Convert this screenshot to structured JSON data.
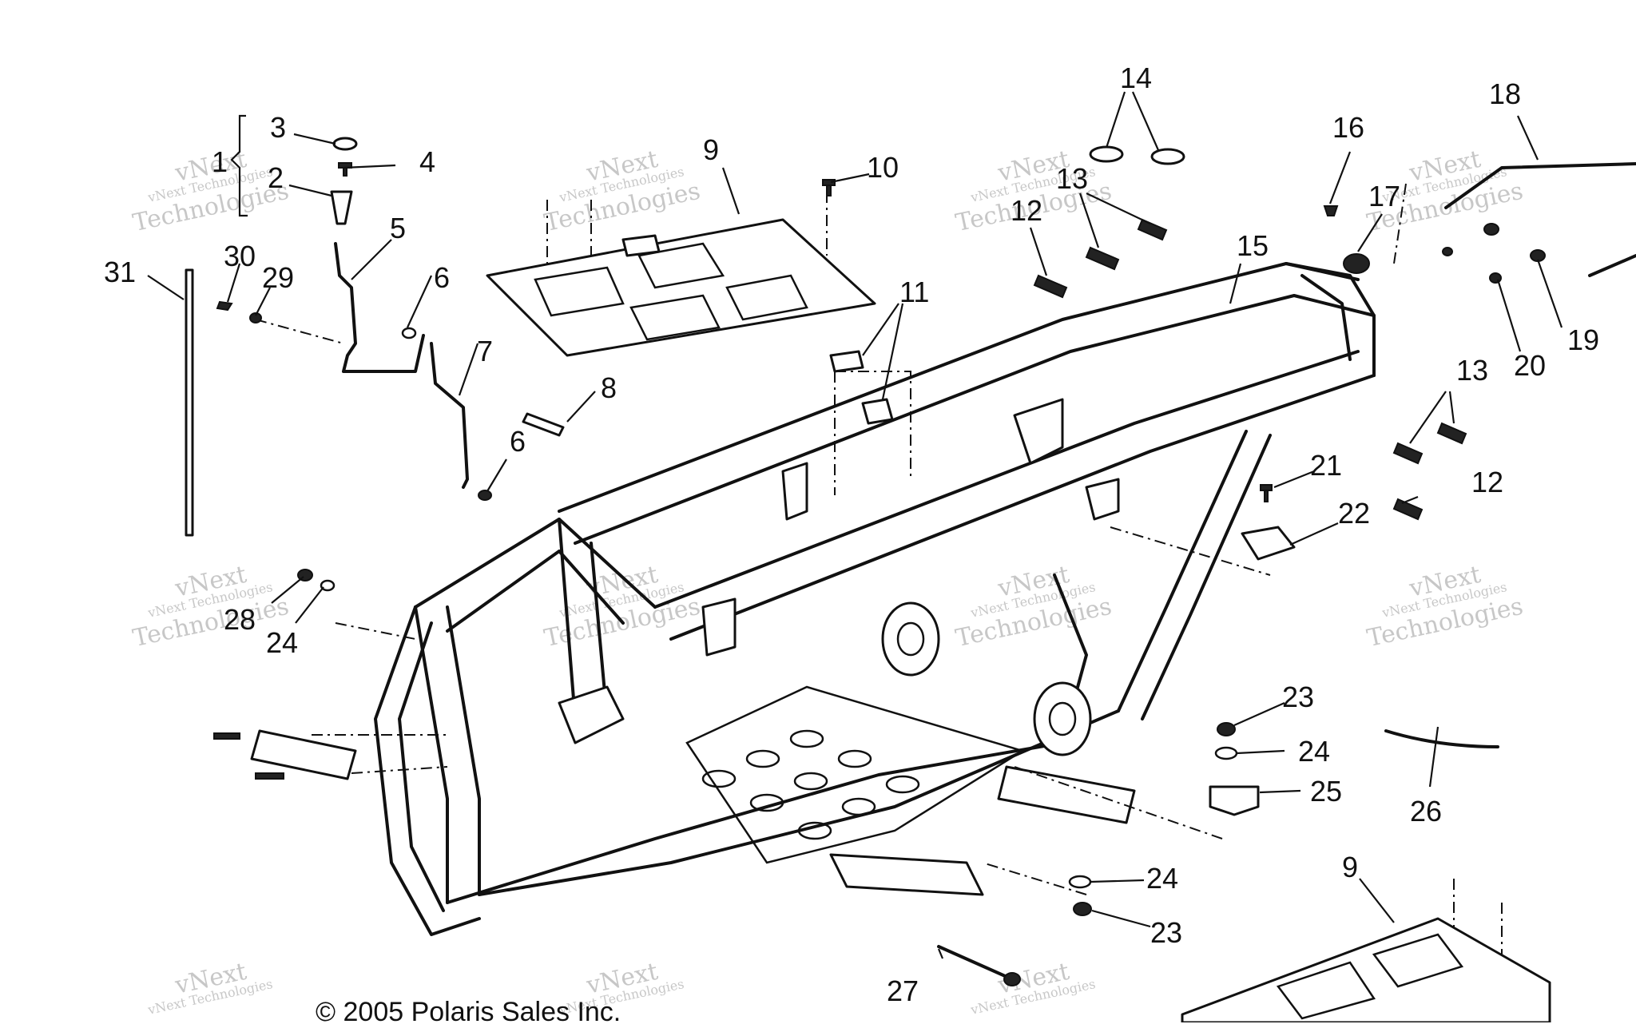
{
  "callouts": [
    {
      "label": "1"
    },
    {
      "label": "2"
    },
    {
      "label": "3"
    },
    {
      "label": "4"
    },
    {
      "label": "5"
    },
    {
      "label": "6"
    },
    {
      "label": "6"
    },
    {
      "label": "7"
    },
    {
      "label": "8"
    },
    {
      "label": "9"
    },
    {
      "label": "9"
    },
    {
      "label": "10"
    },
    {
      "label": "11"
    },
    {
      "label": "12"
    },
    {
      "label": "12"
    },
    {
      "label": "13"
    },
    {
      "label": "13"
    },
    {
      "label": "14"
    },
    {
      "label": "15"
    },
    {
      "label": "16"
    },
    {
      "label": "17"
    },
    {
      "label": "18"
    },
    {
      "label": "19"
    },
    {
      "label": "20"
    },
    {
      "label": "21"
    },
    {
      "label": "22"
    },
    {
      "label": "23"
    },
    {
      "label": "23"
    },
    {
      "label": "24"
    },
    {
      "label": "24"
    },
    {
      "label": "24"
    },
    {
      "label": "25"
    },
    {
      "label": "26"
    },
    {
      "label": "27"
    },
    {
      "label": "28"
    },
    {
      "label": "29"
    },
    {
      "label": "30"
    },
    {
      "label": "31"
    }
  ],
  "watermark": {
    "line1": "vNext Technologies",
    "line2": "vNext",
    "line3": "Technologies"
  },
  "copyright": "© 2005 Polaris Sales Inc."
}
